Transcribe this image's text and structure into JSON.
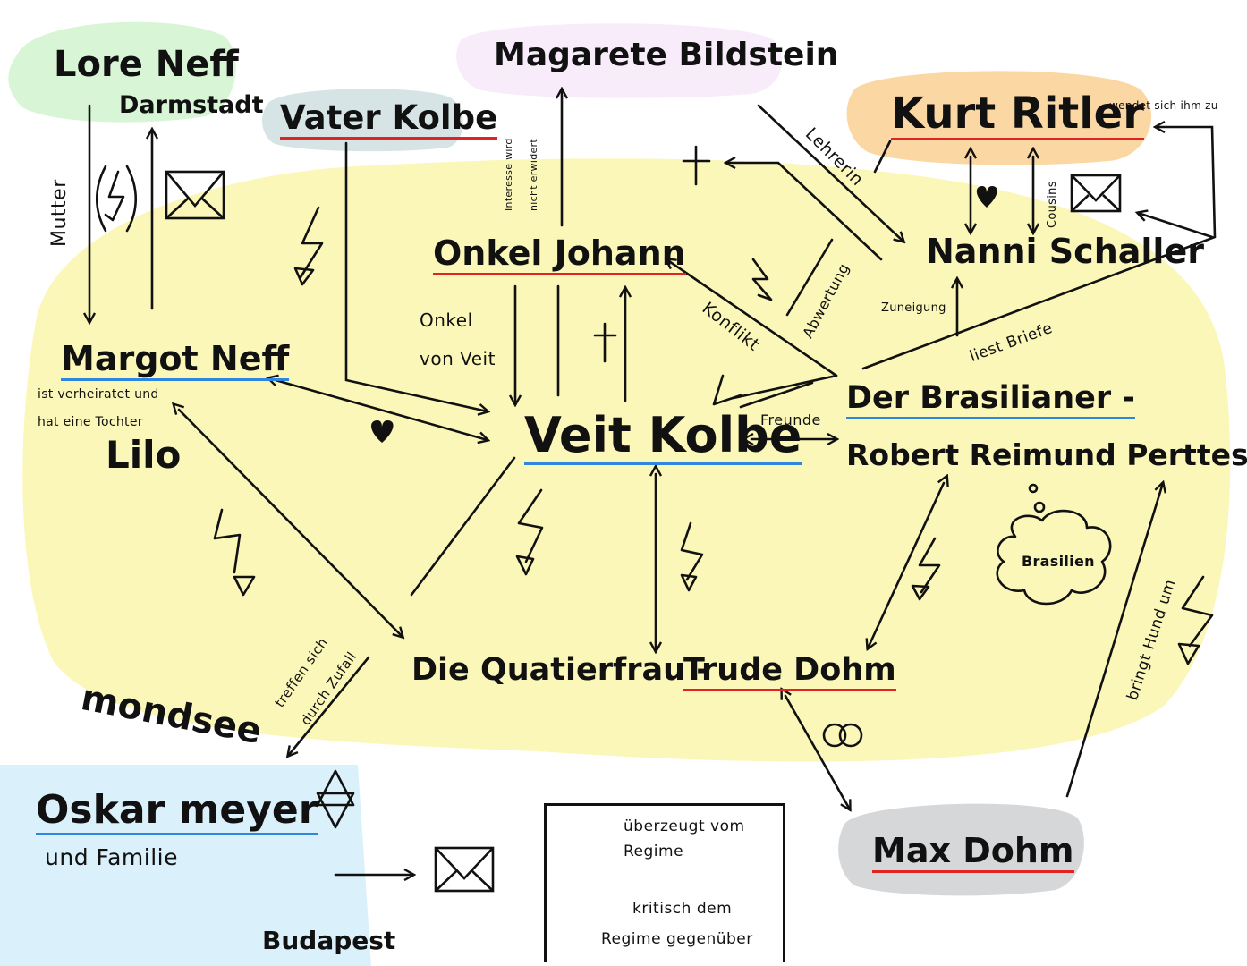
{
  "colors": {
    "red": "#e02424",
    "blue": "#2f86de",
    "yellow": "#fbf7b8",
    "green": "#d8f5d6",
    "lavender": "#f8ecfb",
    "gray": "#d6d7d8",
    "orange": "#fbd7a4",
    "light_blue": "#daf1fb"
  },
  "persons": {
    "lore_neff": "Lore Neff",
    "darmstadt": "Darmstadt",
    "vater_kolbe": "Vater Kolbe",
    "magarete": "Magarete Bildstein",
    "kurt_ritler": "Kurt Ritler",
    "onkel_johann": "Onkel Johann",
    "nanni": "Nanni Schaller",
    "margot": "Margot Neff",
    "margot_note1": "ist verheiratet und",
    "margot_note2": "hat eine Tochter",
    "lilo": "Lilo",
    "veit": "Veit Kolbe",
    "brasilianer1": "Der Brasilianer -",
    "brasilianer2": "Robert Reimund Perttes",
    "quartier_a": "Die Quatierfrau -",
    "quartier_b": "Trude Dohm",
    "max": "Max Dohm",
    "oskar": "Oskar meyer",
    "familie": "und Familie",
    "mondsee": "mondsee",
    "budapest": "Budapest",
    "brasilien": "Brasilien"
  },
  "relations": {
    "mutter": "Mutter",
    "interesse1": "Interesse wird",
    "interesse2": "nicht erwidert",
    "onkel_von1": "Onkel",
    "onkel_von2": "von Veit",
    "lehrerin": "Lehrerin",
    "wendet": "wendet sich ihm zu",
    "cousins": "Cousins",
    "abwertung": "Abwertung",
    "konflikt": "Konflikt",
    "zuneigung": "Zuneigung",
    "liest_briefe": "liest Briefe",
    "freunde": "Freunde",
    "treffen1": "treffen sich",
    "treffen2": "durch Zufall",
    "bringt": "bringt Hund um"
  },
  "legend": {
    "red_label1": "überzeugt vom",
    "red_label2": "Regime",
    "blue_label1": "kritisch dem",
    "blue_label2": "Regime gegenüber"
  },
  "icons": {
    "heart": "heart-icon",
    "cross": "cross-icon",
    "lightning": "lightning-icon",
    "envelope": "envelope-icon",
    "star_of_david": "star-of-david-icon",
    "rings": "wedding-rings-icon",
    "thought_cloud": "thought-cloud-icon"
  }
}
